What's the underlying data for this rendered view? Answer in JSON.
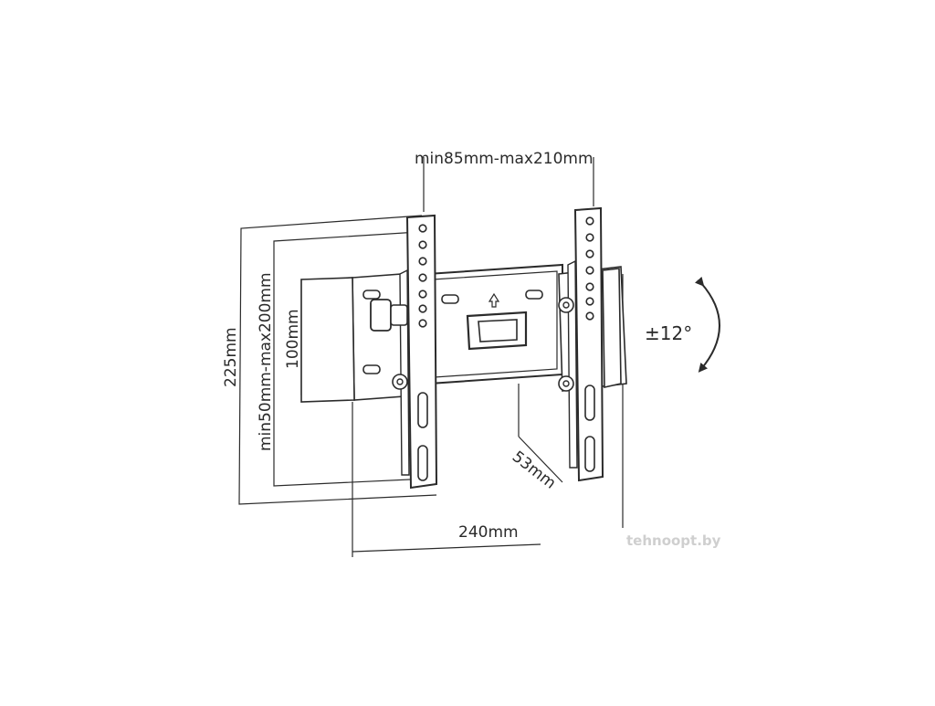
{
  "diagram": {
    "dimensions": {
      "vesa_horizontal": "min85mm-max210mm",
      "wall_plate_height": "225mm",
      "vesa_vertical": "min50mm-max200mm",
      "plate_height": "100mm",
      "plate_width": "240mm",
      "wall_distance": "53mm",
      "tilt": "±12°"
    },
    "watermark": "tehnoopt.by",
    "colors": {
      "line": "#2b2b2b",
      "watermark": "#cfcfcf"
    }
  }
}
